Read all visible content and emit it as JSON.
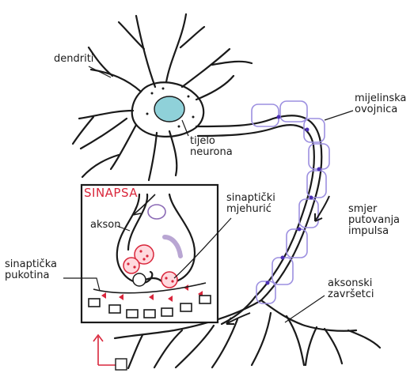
{
  "labels": {
    "dendrites": "dendriti",
    "cell_body": [
      "tijelo",
      "neurona"
    ],
    "myelin": [
      "mijelinska",
      "ovojnica"
    ],
    "direction": [
      "smjer",
      "putovanja",
      "impulsa"
    ],
    "terminals": [
      "aksonski",
      "završetci"
    ],
    "synapse_title": "SINAPSA",
    "axon": "akson",
    "vesicle": [
      "sinaptički",
      "mjehurić"
    ],
    "cleft": [
      "sinaptička",
      "pukotina"
    ]
  },
  "colors": {
    "ink": "#1a1a1a",
    "synapse_accent": "#d9263b",
    "myelin": "#9c8fe0",
    "myelin_node": "#4b2fb3",
    "nucleus": "#8fd1d9"
  }
}
